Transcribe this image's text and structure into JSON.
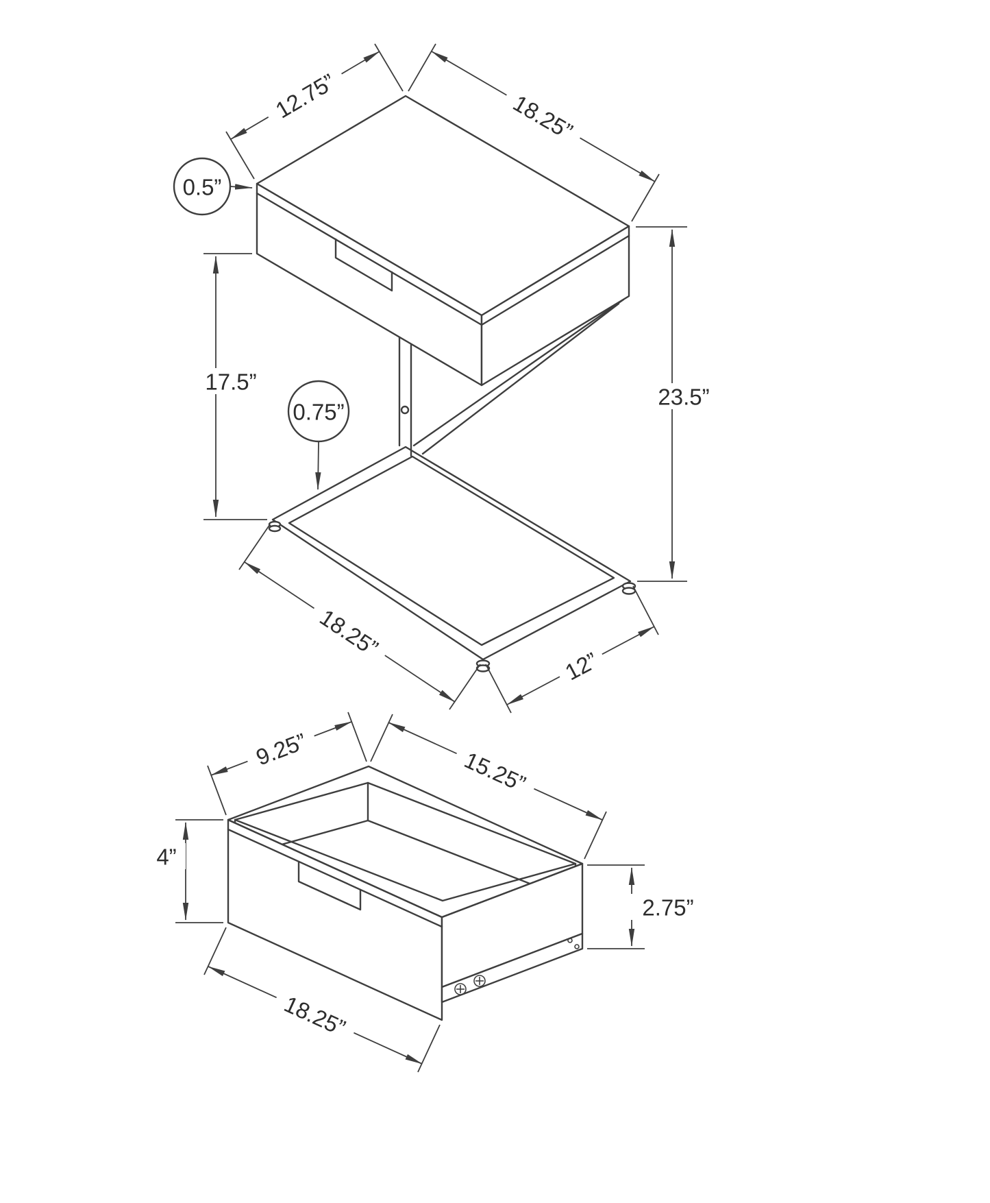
{
  "table": {
    "top_depth": "12.75”",
    "top_width": "18.25”",
    "top_thickness": "0.5”",
    "clearance_height": "17.5”",
    "frame_thickness": "0.75”",
    "overall_height": "23.5”",
    "base_width": "18.25”",
    "base_depth": "12”"
  },
  "drawer": {
    "inner_depth": "9.25”",
    "inner_width": "15.25”",
    "front_height": "4”",
    "side_height": "2.75”",
    "outer_width": "18.25”"
  }
}
